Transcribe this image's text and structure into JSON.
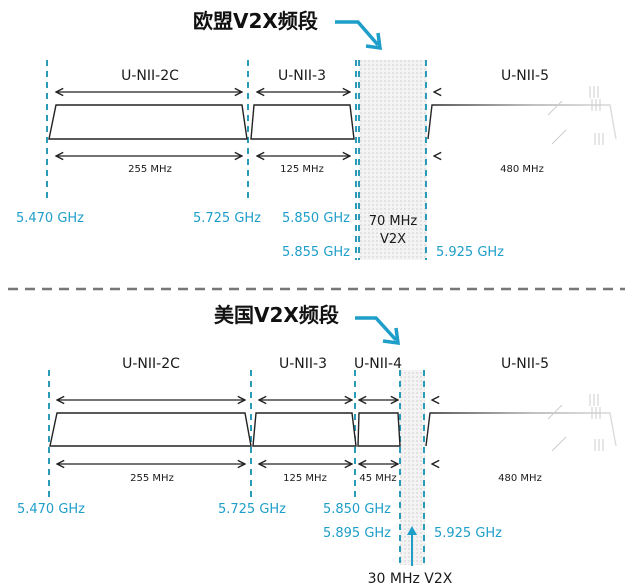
{
  "colors": {
    "accent": "#1e9ec9",
    "guide": "#2a9bb8",
    "text": "#1a1a1a",
    "separator": "#777777"
  },
  "eu": {
    "title": "欧盟V2X频段",
    "bands": [
      {
        "name": "U-NII-2C",
        "bandwidth": "255 MHz"
      },
      {
        "name": "U-NII-3",
        "bandwidth": "125 MHz"
      },
      {
        "name": "U-NII-5",
        "bandwidth": "480 MHz"
      }
    ],
    "v2x": {
      "line1": "70 MHz",
      "line2": "V2X"
    },
    "freqs": {
      "f5470": "5.470 GHz",
      "f5725": "5.725 GHz",
      "f5850": "5.850 GHz",
      "f5855": "5.855 GHz",
      "f5925": "5.925 GHz"
    }
  },
  "us": {
    "title": "美国V2X频段",
    "bands": [
      {
        "name": "U-NII-2C",
        "bandwidth": "255 MHz"
      },
      {
        "name": "U-NII-3",
        "bandwidth": "125 MHz"
      },
      {
        "name": "U-NII-4",
        "bandwidth": "45 MHz"
      },
      {
        "name": "U-NII-5",
        "bandwidth": "480 MHz"
      }
    ],
    "v2x": {
      "label": "30 MHz V2X"
    },
    "freqs": {
      "f5470": "5.470 GHz",
      "f5725": "5.725 GHz",
      "f5850": "5.850 GHz",
      "f5895": "5.895 GHz",
      "f5925": "5.925 GHz"
    }
  }
}
